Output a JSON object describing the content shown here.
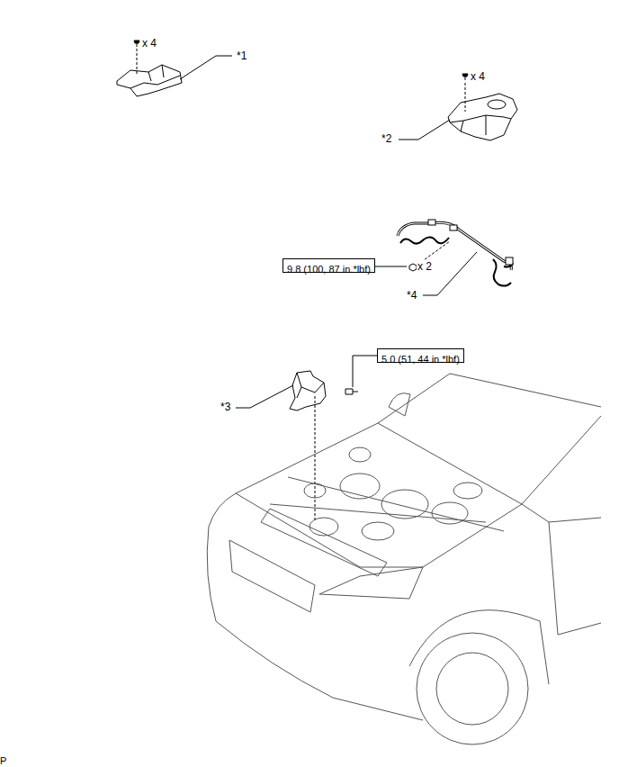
{
  "diagram": {
    "nodes": [
      {
        "text": [
          "9.8 (100, 87 in.*lbf)"
        ]
      },
      {
        "text": [
          "5.0 (51, 44 in.*lbf)"
        ]
      }
    ],
    "labels": [
      "x 4",
      "*1",
      "x 4",
      "*2",
      "x 2",
      "*4",
      "*3",
      "P"
    ]
  }
}
